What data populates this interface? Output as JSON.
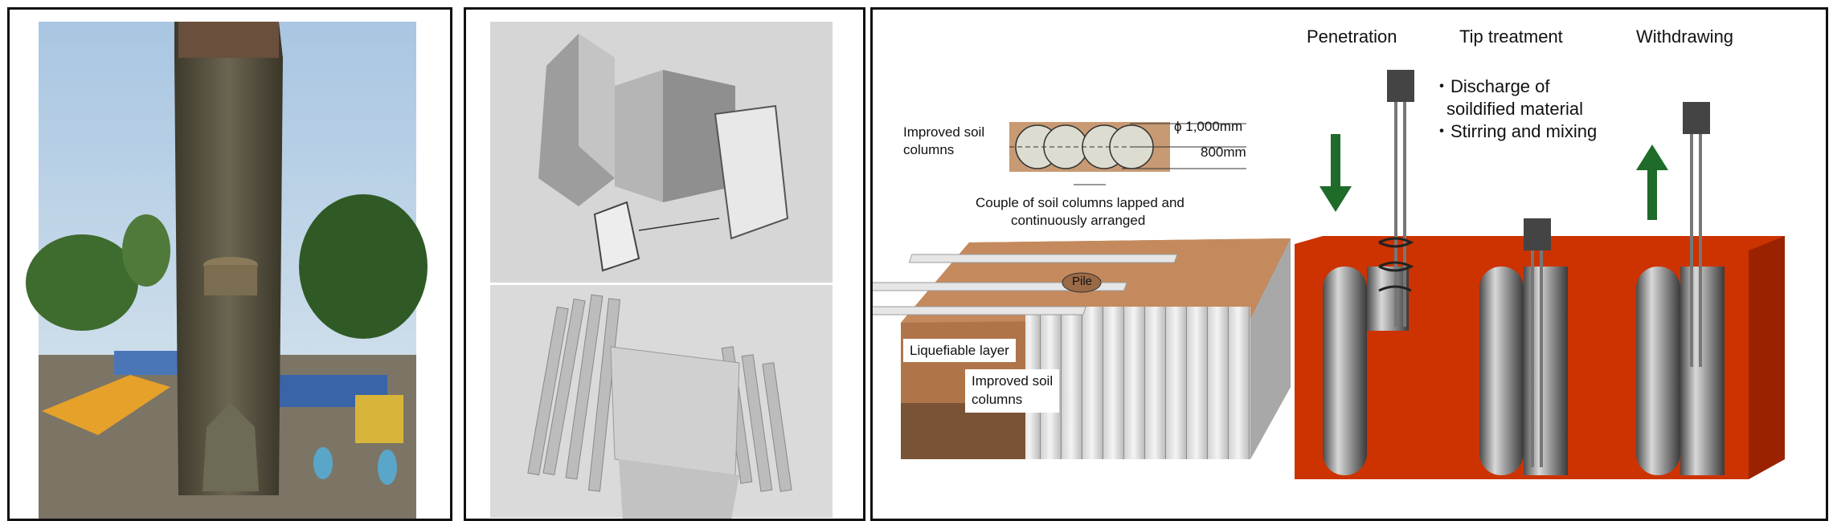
{
  "diagram": {
    "top_labels": {
      "penetration": "Penetration",
      "tip_treatment": "Tip treatment",
      "withdrawing": "Withdrawing"
    },
    "tip_notes": {
      "line1": "・Discharge of",
      "line2": "soildified material",
      "line3": "・Stirring and mixing"
    },
    "plan_view": {
      "label_line1": "Improved soil",
      "label_line2": "columns",
      "diameter": "ϕ 1,000mm",
      "spacing": "800mm",
      "caption_line1": "Couple of soil columns lapped and",
      "caption_line2": "continuously arranged"
    },
    "block": {
      "pile": "Pile",
      "liquefiable": "Liquefiable layer",
      "improved_line1": "Improved soil",
      "improved_line2": "columns"
    }
  },
  "colors": {
    "soil_red": "#cc3300",
    "soil_brown": "#b0744a",
    "arrow_green": "#1e6b2a",
    "column_gray": "#9a9a9a"
  }
}
